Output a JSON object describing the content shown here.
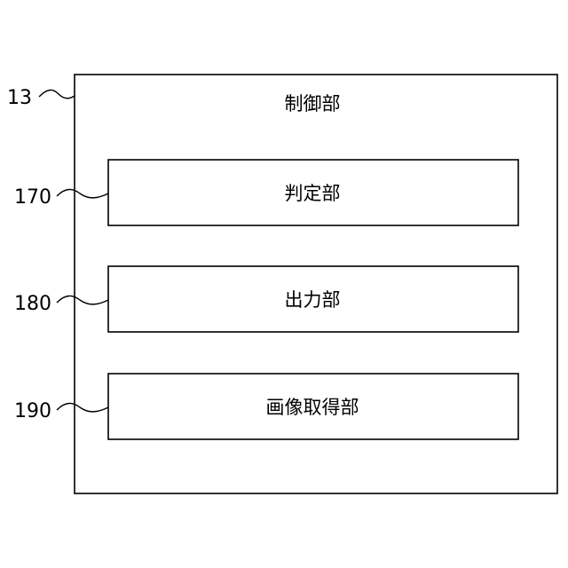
{
  "outer": {
    "ref": "13",
    "label": "制御部"
  },
  "blocks": [
    {
      "ref": "170",
      "label": "判定部"
    },
    {
      "ref": "180",
      "label": "出力部"
    },
    {
      "ref": "190",
      "label": "画像取得部"
    }
  ]
}
